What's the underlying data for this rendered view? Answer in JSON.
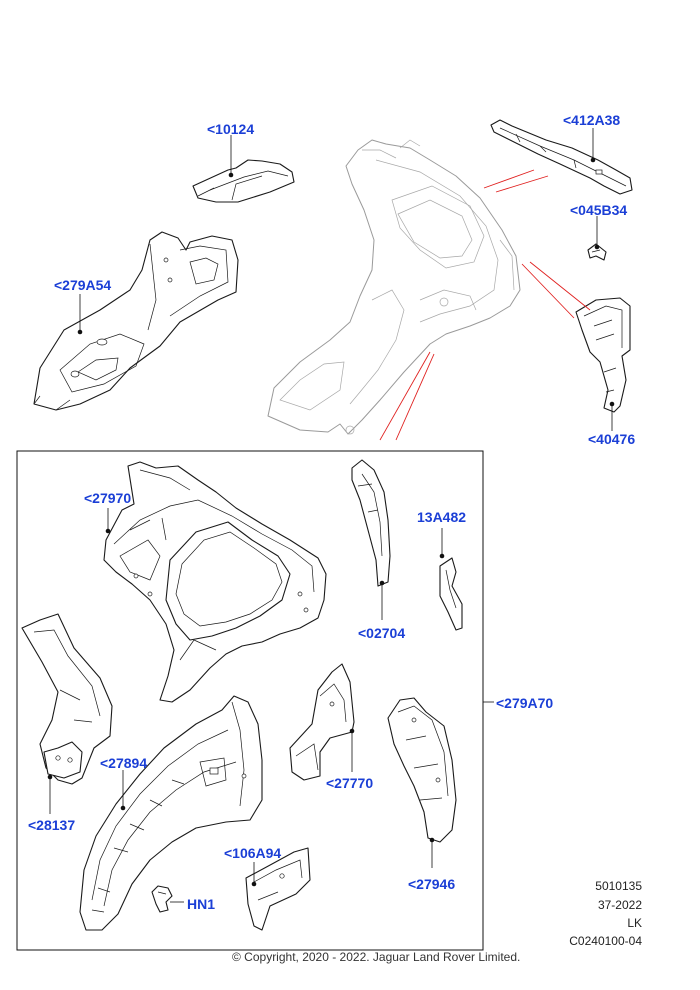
{
  "callouts": {
    "c10124": "<10124",
    "c412A38": "<412A38",
    "c045B34": "<045B34",
    "c279A54": "<279A54",
    "c40476": "<40476",
    "c27970": "<27970",
    "c13A482": "13A482",
    "c02704": "<02704",
    "c279A70": "<279A70",
    "c27894": "<27894",
    "c28137": "<28137",
    "c27770": "<27770",
    "c106A94": "<106A94",
    "c27946": "<27946",
    "cHN1": "HN1"
  },
  "reference": {
    "part_number": "5010135",
    "date_code": "37-2022",
    "initials": "LK",
    "drawing_id": "C0240100-04"
  },
  "copyright": "© Copyright, 2020 - 2022. Jaguar Land Rover Limited.",
  "colors": {
    "callout": "#1b3fd6",
    "highlight_line": "#e0201f",
    "outline": "#1a1a1a"
  }
}
